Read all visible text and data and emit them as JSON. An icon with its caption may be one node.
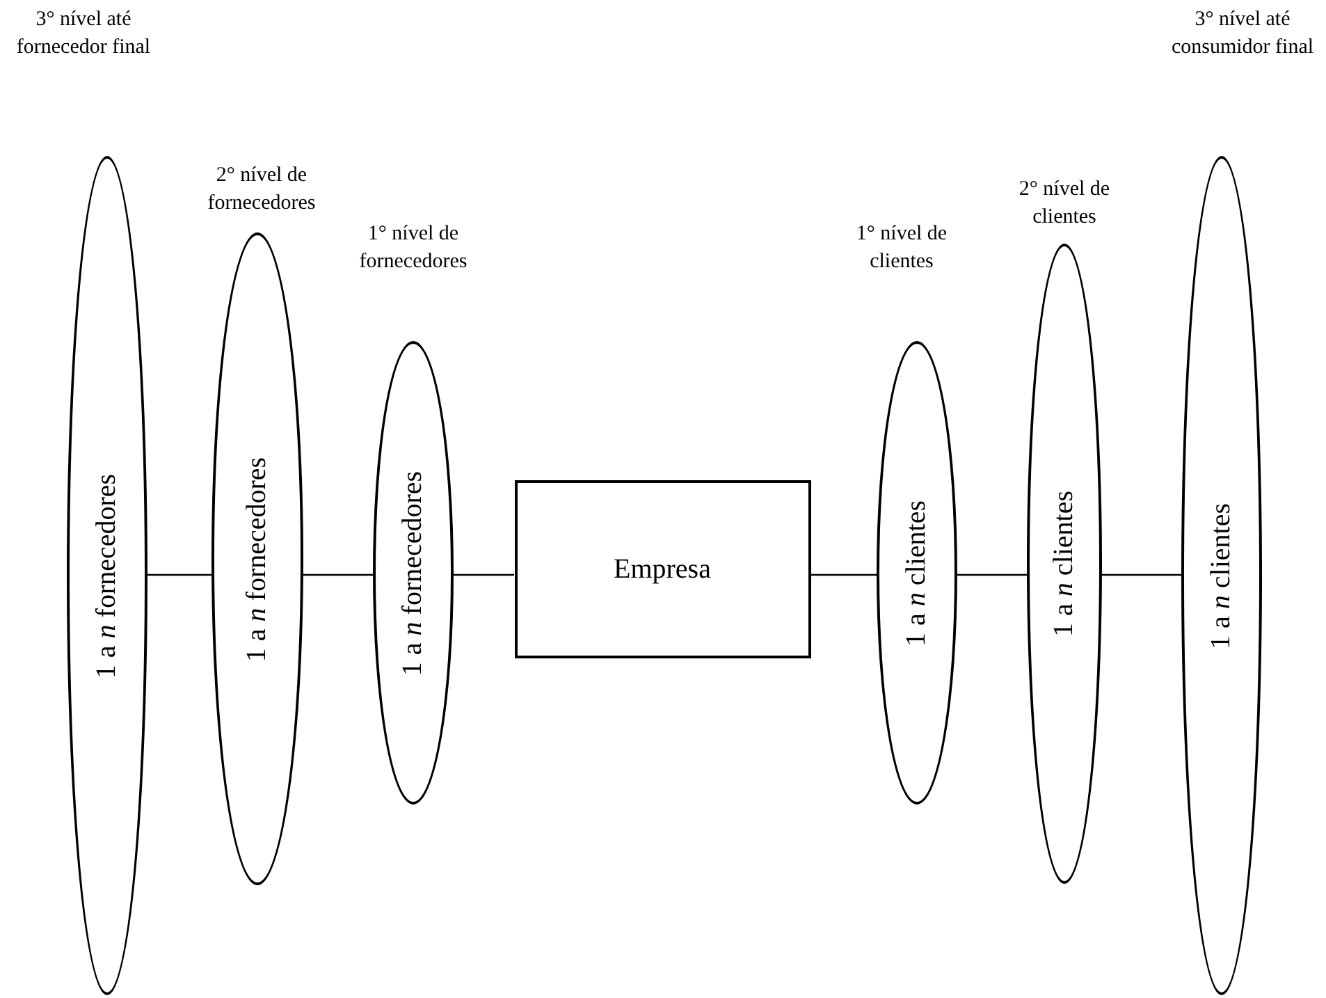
{
  "diagram": {
    "nodes": [
      {
        "text": [
          "3° nível até fornecedor final",
          "1 a *n* fornecedores"
        ]
      },
      {
        "text": [
          "2° nível de fornecedores",
          "1 a *n* fornecedores"
        ]
      },
      {
        "text": [
          "1° nível de fornecedores",
          "1 a *n* fornecedores"
        ]
      },
      {
        "text": [
          "Empresa"
        ]
      },
      {
        "text": [
          "1° nível de clientes",
          "1 a *n* clientes"
        ]
      },
      {
        "text": [
          "2° nível de clientes",
          "1 a *n* clientes"
        ]
      },
      {
        "text": [
          "3° nível até consumidor final",
          "1 a *n* clientes"
        ]
      }
    ],
    "edges": [
      {
        "from": 0,
        "to": 1,
        "arrow": "none"
      },
      {
        "from": 1,
        "to": 2,
        "arrow": "none"
      },
      {
        "from": 2,
        "to": 3,
        "arrow": "none"
      },
      {
        "from": 3,
        "to": 4,
        "arrow": "none"
      },
      {
        "from": 4,
        "to": 5,
        "arrow": "none"
      },
      {
        "from": 5,
        "to": 6,
        "arrow": "none"
      }
    ]
  }
}
